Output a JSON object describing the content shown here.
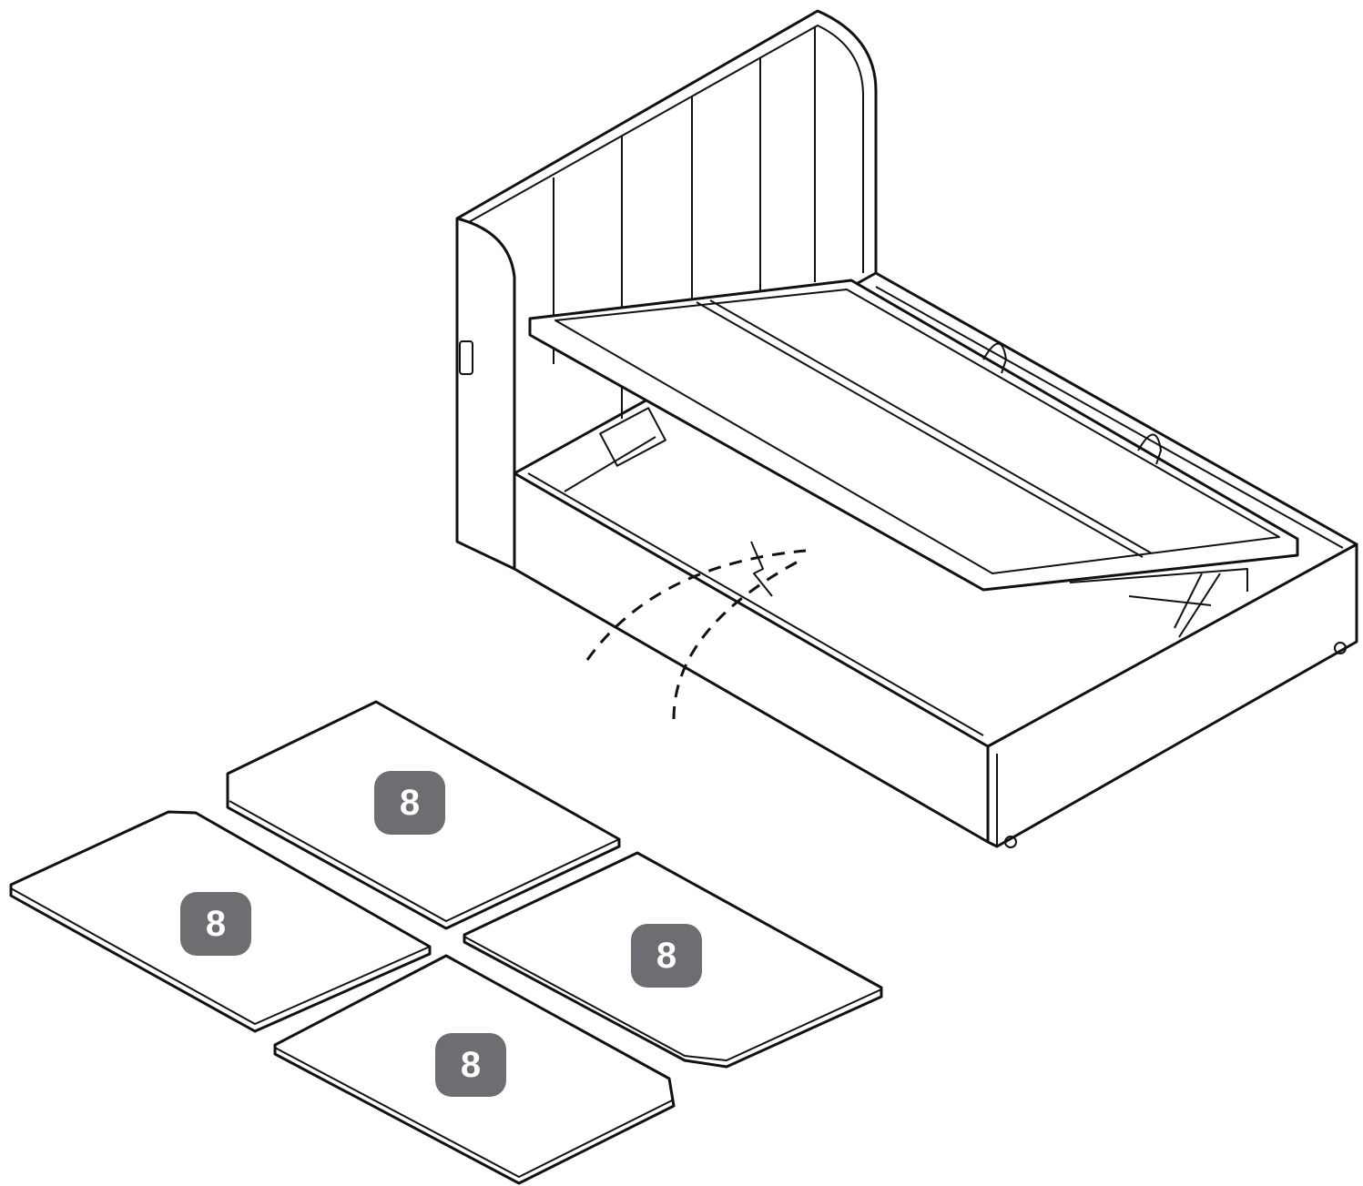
{
  "badge_color": "#6d6e71",
  "parts": [
    {
      "label": "8"
    },
    {
      "label": "8"
    },
    {
      "label": "8"
    },
    {
      "label": "8"
    }
  ]
}
